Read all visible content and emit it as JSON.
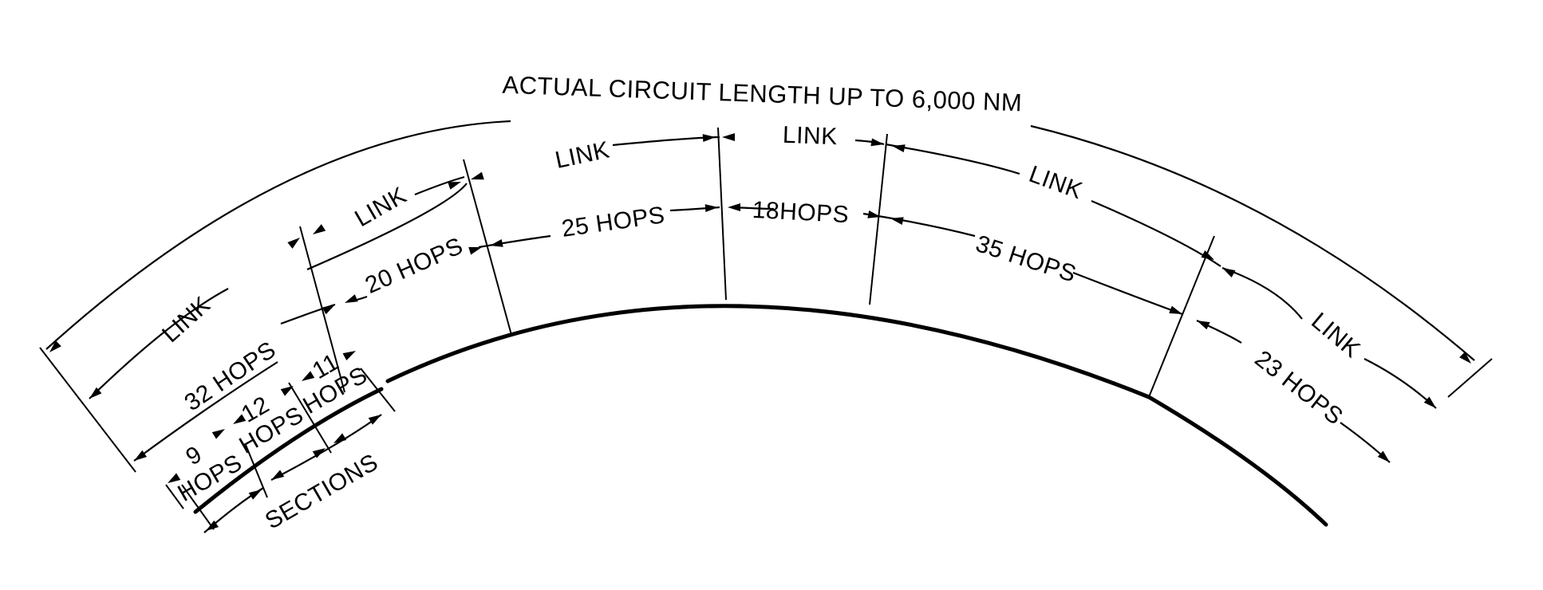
{
  "diagram": {
    "title": "ACTUAL CIRCUIT LENGTH UP TO 6,000 NM",
    "links": [
      "LINK",
      "LINK",
      "LINK",
      "LINK",
      "LINK",
      "LINK"
    ],
    "link_hops": [
      "32 HOPS",
      "20 HOPS",
      "25 HOPS",
      "18HOPS",
      "35 HOPS",
      "23 HOPS"
    ],
    "section_hops": [
      {
        "number": "9",
        "unit": "HOPS"
      },
      {
        "number": "12",
        "unit": "HOPS"
      },
      {
        "number": "11",
        "unit": "HOPS"
      }
    ],
    "sections_label": "SECTIONS"
  }
}
